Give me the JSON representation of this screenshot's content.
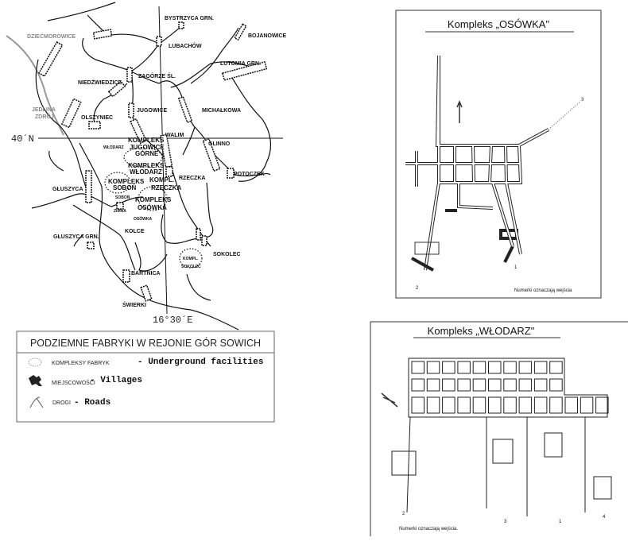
{
  "map": {
    "places": {
      "dziecmorowice": "DZIEĆMOROWICE",
      "bystrzyca": "BYSTRZYCA  GRN.",
      "lubachow": "LUBACHÓW",
      "bojanowice": "BOJANOWICE",
      "lutomia": "LUTOMIA  GRN.",
      "zagorze": "ZAGÓRZE   ŚL.",
      "niedzwiedzice": "NIEDŹWIEDZICE",
      "jedlina1": "JEDLINA",
      "jedlina2": "ZDRÓJ",
      "jugowice": "JUGOWICE",
      "michalkowa": "MICHAŁKOWA",
      "olszyniec": "OLSZYNIEC",
      "walim": "WALIM",
      "glinno": "GLINNO",
      "wlodarz_small": "WŁODARZ",
      "jugowice_gorne1": "JUGOWICE",
      "jugowice_gorne2": "GÓRNE",
      "rzeczka": "RZECZKA",
      "potoczek": "POTOCZEK",
      "gluszyca": "GŁUSZYCA",
      "sobon_small": "SOBOŃ",
      "zimna": "ZIMNA",
      "osowka_small": "OSÓWKA",
      "kolce": "KOLCE",
      "gluszyca_grn": "GŁUSZYCA  GRN.",
      "sokolec": "SOKOLEC",
      "bartnica": "BARTNICA",
      "swierki": "ŚWIERKI"
    },
    "complexes": {
      "kompleks_top": "KOMPLEKS",
      "wlodarz1": "KOMPLEKS",
      "wlodarz2": "WŁODARZ",
      "sobon1": "KOMPLEKS",
      "sobon2": "SOBOŃ",
      "rzeczka1": "KOMPL.",
      "rzeczka2": "RZECZKA",
      "osowka1": "KOMPLEKS",
      "osowka2": "OSÓWKA",
      "sokolec1": "KOMPL.",
      "sokolec2": "SOKOLEC"
    },
    "latitude_label": "40´N",
    "longitude_label": "16°30´E"
  },
  "legend": {
    "title": "PODZIEMNE FABRYKI W REJONIE GÓR SOWICH",
    "items": [
      {
        "pl": "KOMPLEKSY FABRYK",
        "en": "- Underground facilities"
      },
      {
        "pl": "MIEJSCOWOŚCI",
        "en": "- Villages"
      },
      {
        "pl": "DROGI",
        "en": "- Roads"
      }
    ]
  },
  "osowka": {
    "title": "Kompleks „OSÓWKA\"",
    "entrances": [
      "1",
      "2",
      "3"
    ],
    "caption": "Numerki oznaczają wejścia"
  },
  "wlodarz": {
    "title": "Kompleks „WŁODARZ\"",
    "entrances": [
      "2",
      "3",
      "1",
      "4"
    ],
    "caption": "Numerki oznaczają wejścia."
  }
}
